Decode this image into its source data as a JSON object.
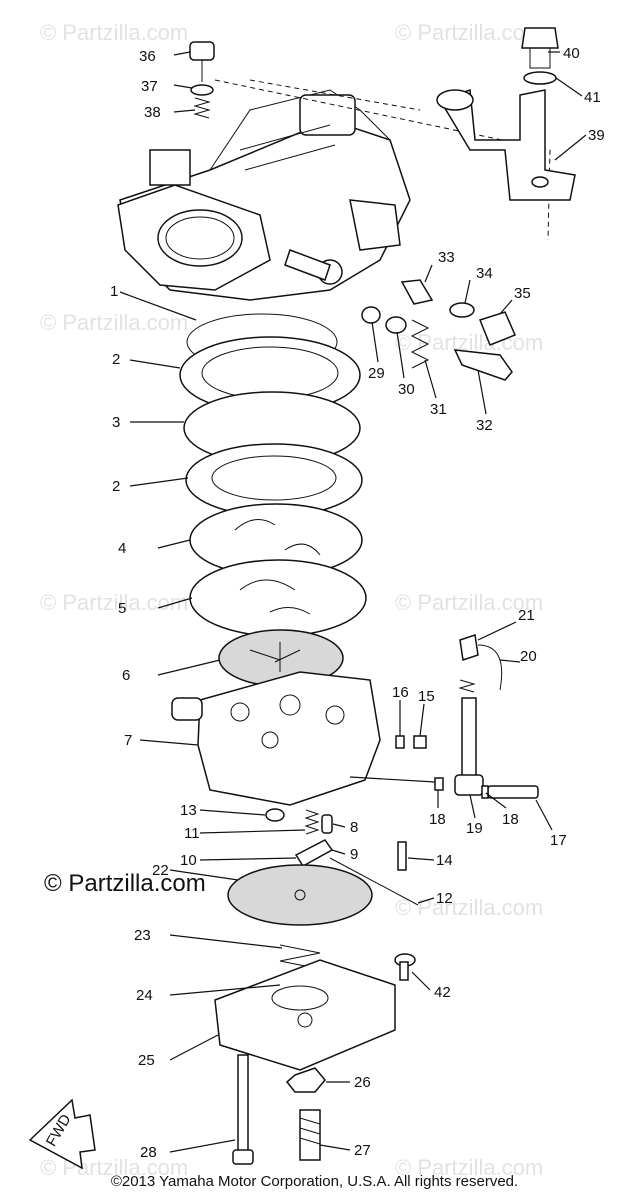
{
  "watermark": "© Partzilla.com",
  "brand_label": "© Partzilla.com",
  "fwd_label": "FWD",
  "copyright": "©2013  Yamaha Motor Corporation, U.S.A. All rights reserved.",
  "callouts": {
    "n1": "1",
    "n2a": "2",
    "n3": "3",
    "n2b": "2",
    "n4": "4",
    "n5": "5",
    "n6": "6",
    "n7": "7",
    "n8": "8",
    "n9": "9",
    "n10": "10",
    "n11": "11",
    "n12": "12",
    "n13": "13",
    "n14": "14",
    "n15": "15",
    "n16": "16",
    "n17": "17",
    "n18a": "18",
    "n18b": "18",
    "n19": "19",
    "n20": "20",
    "n21": "21",
    "n22": "22",
    "n23": "23",
    "n24": "24",
    "n25": "25",
    "n26": "26",
    "n27": "27",
    "n28": "28",
    "n29": "29",
    "n30": "30",
    "n31": "31",
    "n32": "32",
    "n33": "33",
    "n34": "34",
    "n35": "35",
    "n36": "36",
    "n37": "37",
    "n38": "38",
    "n39": "39",
    "n40": "40",
    "n41": "41",
    "n42": "42"
  }
}
